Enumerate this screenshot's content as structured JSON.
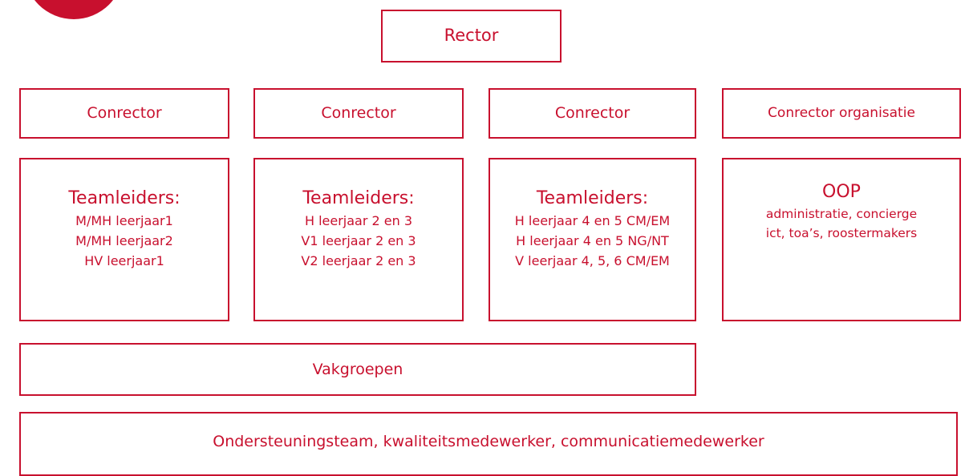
{
  "colors": {
    "accent": "#c8102e",
    "background": "#ffffff"
  },
  "rector": {
    "label": "Rector"
  },
  "conrectors": [
    {
      "label": "Conrector"
    },
    {
      "label": "Conrector"
    },
    {
      "label": "Conrector"
    },
    {
      "label": "Conrector organisatie"
    }
  ],
  "teams": [
    {
      "title": "Teamleiders:",
      "lines": [
        "M/MH leerjaar1",
        "M/MH leerjaar2",
        "HV leerjaar1"
      ]
    },
    {
      "title": "Teamleiders:",
      "lines": [
        "H leerjaar 2 en 3",
        "V1 leerjaar 2 en 3",
        "V2 leerjaar 2 en 3"
      ]
    },
    {
      "title": "Teamleiders:",
      "lines": [
        "H leerjaar 4 en 5 CM/EM",
        "H leerjaar 4 en 5 NG/NT",
        "V leerjaar 4, 5, 6 CM/EM"
      ]
    }
  ],
  "oop": {
    "title": "OOP",
    "lines": [
      "administratie, concierge",
      "ict, toa’s, roostermakers"
    ]
  },
  "vakgroepen": {
    "label": "Vakgroepen"
  },
  "ondersteuning": {
    "label": "Ondersteuningsteam, kwaliteitsmedewerker, communicatiemedewerker"
  }
}
